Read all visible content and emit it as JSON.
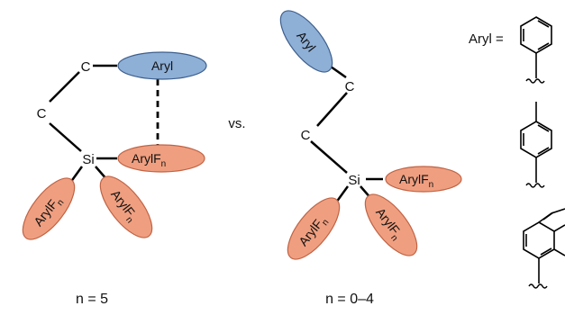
{
  "left_structure": {
    "carbon_top": "C",
    "carbon_left": "C",
    "silicon": "Si",
    "aryl_label": "Aryl",
    "arylf_main": "ArylF",
    "arylf_left": "ArylF",
    "arylf_right": "ArylF",
    "subscript": "n",
    "caption": "n = 5"
  },
  "versus": "vs.",
  "right_structure": {
    "aryl_label": "Aryl",
    "carbon_upper": "C",
    "carbon_lower": "C",
    "silicon": "Si",
    "arylf_main": "ArylF",
    "arylf_left": "ArylF",
    "arylf_right": "ArylF",
    "subscript": "n",
    "caption": "n = 0–4"
  },
  "legend": {
    "label": "Aryl ="
  },
  "colors": {
    "aryl_fill": "#8eafd6",
    "arylf_fill": "#ef9f80"
  }
}
